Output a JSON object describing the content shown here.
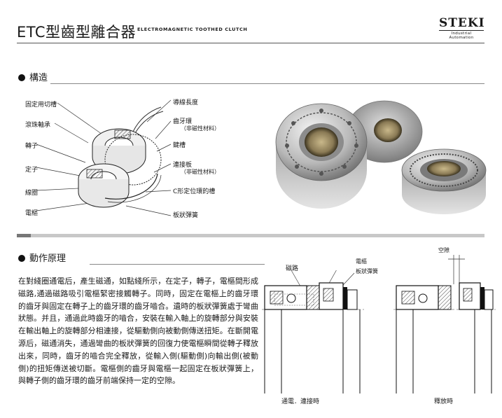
{
  "header": {
    "title": "ETC型齒型離合器",
    "subtitle": "ELECTROMAGNETIC TOOTHED CLUTCH",
    "logo": "STEKI",
    "logo_tagline": "Industrial Automation"
  },
  "structure_section": {
    "heading": "構造",
    "left_labels": [
      "固定用切槽",
      "滾珠軸承",
      "轉子",
      "定子",
      "線圈",
      "電樞"
    ],
    "right_labels": [
      {
        "text": "導線長度",
        "note": ""
      },
      {
        "text": "齒牙環",
        "note": "（非磁性材料）"
      },
      {
        "text": "鍵槽",
        "note": ""
      },
      {
        "text": "連接板",
        "note": "（非磁性材料）"
      },
      {
        "text": "C形定位環的槽",
        "note": ""
      },
      {
        "text": "板狀彈簧",
        "note": ""
      }
    ]
  },
  "principle_section": {
    "heading": "動作原理",
    "paragraph": "在對綫圈通電后，產生磁通，如點綫所示，在定子，轉子，電樞間形成磁路,通過磁路吸引電樞緊密接觸轉子。同時，固定在電樞上的齒牙環的齒牙與固定在轉子上的齒牙環的齒牙嚙合。遺時的板狀彈簧處于彎曲狀態。并且，通過此時齒牙的嚙合，安裝在輸入軸上的旋轉部分與安裝在輸出軸上的旋轉部分相連接，從驅動側向被動側傳送扭矩。在斷開電源后，磁通消失，通過彎曲的板狀彈簧的回復力使電樞瞬間從轉子釋放出來，同時，齒牙的嚙合完全釋放，從輸入側(驅動側)向輸出側(被動側)的扭矩傳送被切斷。電樞側的齒牙與電樞一起固定在板狀彈簧上，與轉子側的齒牙環的齒牙前端保持一定的空隙。",
    "diagram1": {
      "labels": [
        "磁路",
        "電樞",
        "板狀彈簧"
      ],
      "caption": "通電．連接時"
    },
    "diagram2": {
      "labels": [
        "空隙"
      ],
      "caption": "釋放時"
    }
  }
}
